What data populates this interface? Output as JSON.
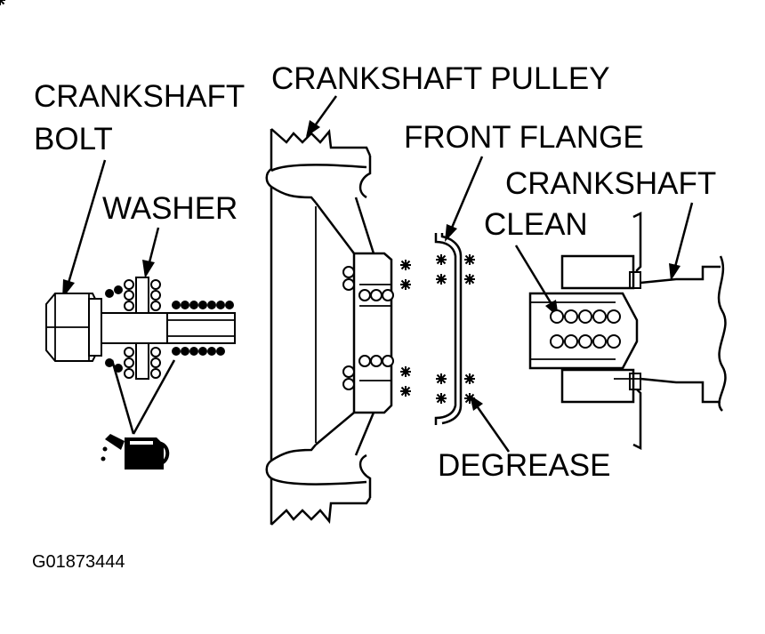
{
  "labels": {
    "crankshaft_bolt_line1": "CRANKSHAFT",
    "crankshaft_bolt_line2": "BOLT",
    "crankshaft_pulley": "CRANKSHAFT PULLEY",
    "front_flange": "FRONT FLANGE",
    "crankshaft": "CRANKSHAFT",
    "washer": "WASHER",
    "clean": "CLEAN",
    "degrease": "DEGREASE",
    "figure_id": "G01873444"
  },
  "icons": {
    "oil_can": "oil-can-icon"
  },
  "colors": {
    "ink": "#000000",
    "paper": "#ffffff"
  }
}
